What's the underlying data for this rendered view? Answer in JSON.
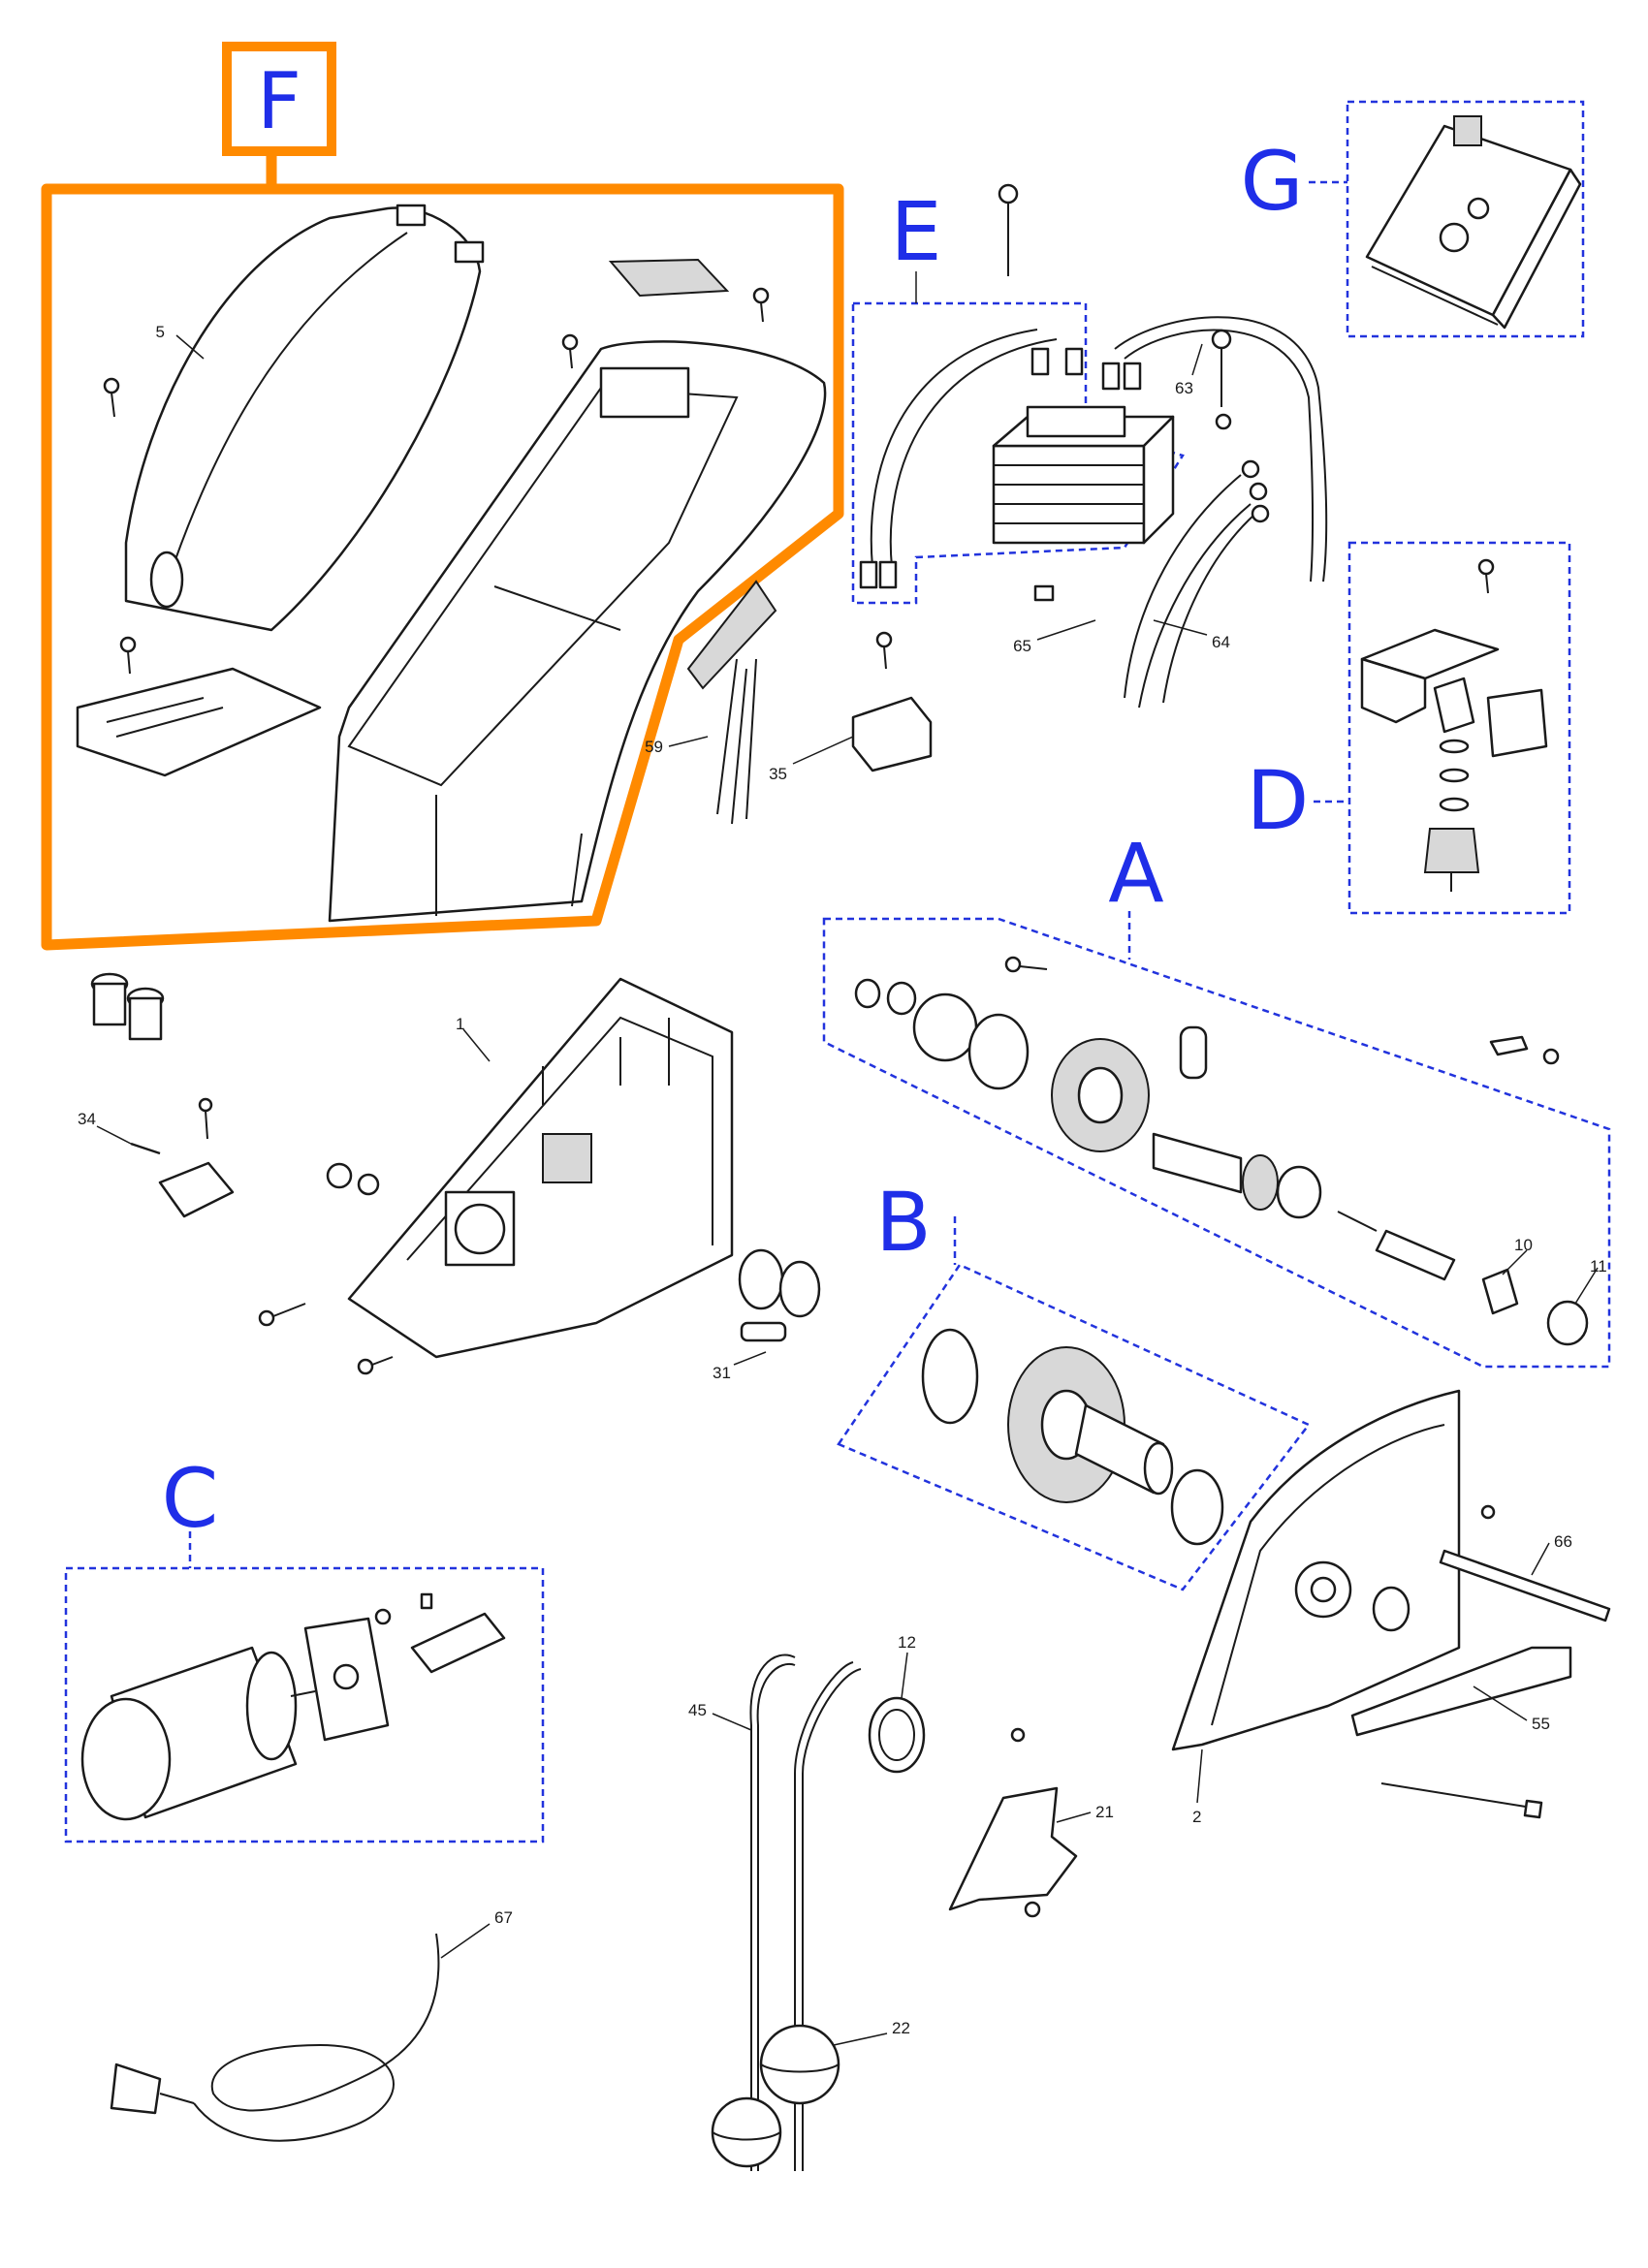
{
  "colors": {
    "group_outline": "#2233dd",
    "group_letter": "#1f2ee8",
    "highlight": "#ff8a00",
    "line_art": "#1a1a1a"
  },
  "highlight_group": "F",
  "groups": {
    "A": "A",
    "B": "B",
    "C": "C",
    "D": "D",
    "E": "E",
    "F": "F",
    "G": "G"
  },
  "parts": {
    "p1": "1",
    "p2": "2",
    "p5": "5",
    "p10": "10",
    "p11": "11",
    "p12": "12",
    "p21": "21",
    "p22": "22",
    "p31": "31",
    "p34": "34",
    "p35": "35",
    "p45": "45",
    "p55": "55",
    "p59": "59",
    "p63": "63",
    "p64": "64",
    "p65": "65",
    "p66": "66",
    "p67": "67"
  }
}
